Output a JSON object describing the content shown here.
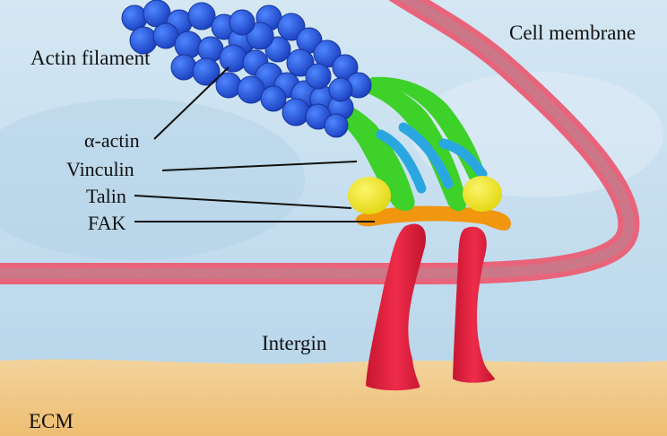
{
  "labels": {
    "actin_filament": "Actin filament",
    "cell_membrane": "Cell membrane",
    "alpha_actin": "α-actin",
    "vinculin": "Vinculin",
    "talin": "Talin",
    "fak": "FAK",
    "integrin": "Intergin",
    "ecm": "ECM"
  },
  "colors": {
    "cytoplasm": "#bcd8ea",
    "ecm": "#f1c98a",
    "membrane": "#e8647a",
    "actin": "#1b4fd6",
    "alpha_actin": "#2aa7e0",
    "vinculin": "#3ed12a",
    "talin": "#f4ea1a",
    "fak": "#f0960f",
    "integrin": "#e2203e"
  }
}
